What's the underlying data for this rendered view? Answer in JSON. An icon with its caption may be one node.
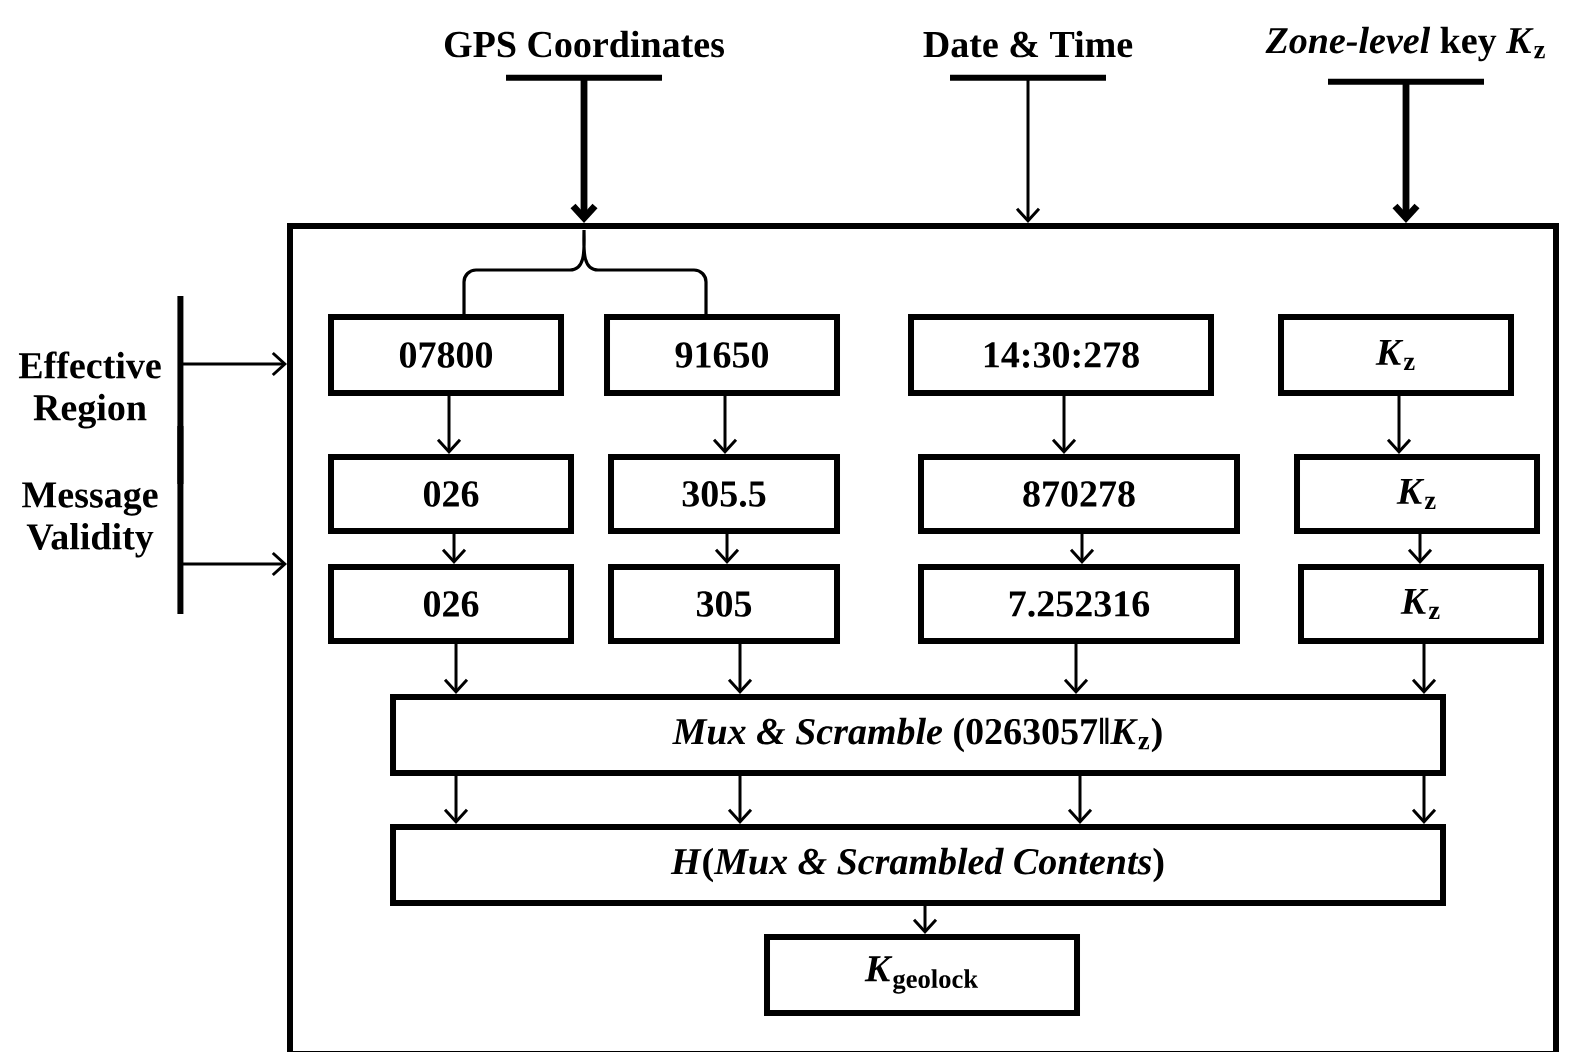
{
  "diagram": {
    "nodes": [
      {
        "text": [
          "GPS Coordinates"
        ]
      },
      {
        "text": [
          "Date & Time"
        ]
      },
      {
        "text": [
          "*Zone-level* key *K*$_{z}$"
        ]
      },
      {
        "text": [
          "Effective Region"
        ]
      },
      {
        "text": [
          "Message Validity"
        ]
      },
      {
        "text": [],
        "shape": "box"
      },
      {
        "text": [
          "07800"
        ],
        "in": 5
      },
      {
        "text": [
          "91650"
        ],
        "in": 5
      },
      {
        "text": [
          "14:30:278"
        ],
        "in": 5
      },
      {
        "text": [
          "*K*$_{z}$"
        ],
        "in": 5
      },
      {
        "text": [
          "026"
        ],
        "in": 5
      },
      {
        "text": [
          "305.5"
        ],
        "in": 5
      },
      {
        "text": [
          "870278"
        ],
        "in": 5
      },
      {
        "text": [
          "*K*$_{z}$"
        ],
        "in": 5
      },
      {
        "text": [
          "026"
        ],
        "in": 5
      },
      {
        "text": [
          "305"
        ],
        "in": 5
      },
      {
        "text": [
          "7.252316"
        ],
        "in": 5
      },
      {
        "text": [
          "*K*$_{z}$"
        ],
        "in": 5
      },
      {
        "text": [
          "*Mux & Scramble* (0263057‖*K*$_{z}$)"
        ],
        "in": 5
      },
      {
        "text": [
          "*H*(*Mux & Scrambled Contents*)"
        ],
        "in": 5
      },
      {
        "text": [
          "*K*$_{geolock}$"
        ],
        "in": 5
      }
    ],
    "edges": [
      {
        "from": 0,
        "to": 5,
        "arrow": "to",
        "style": "thick"
      },
      {
        "from": 1,
        "to": 5,
        "arrow": "to"
      },
      {
        "from": 2,
        "to": 5,
        "arrow": "to",
        "style": "thick"
      },
      {
        "from": 3,
        "to": 5,
        "arrow": "to"
      },
      {
        "from": 4,
        "to": 5,
        "arrow": "to"
      },
      {
        "from": 6,
        "to": 10,
        "arrow": "to"
      },
      {
        "from": 10,
        "to": 14,
        "arrow": "to"
      },
      {
        "from": 7,
        "to": 11,
        "arrow": "to"
      },
      {
        "from": 11,
        "to": 15,
        "arrow": "to"
      },
      {
        "from": 8,
        "to": 12,
        "arrow": "to"
      },
      {
        "from": 12,
        "to": 16,
        "arrow": "to"
      },
      {
        "from": 9,
        "to": 13,
        "arrow": "to"
      },
      {
        "from": 13,
        "to": 17,
        "arrow": "to"
      },
      {
        "from": 14,
        "to": 18,
        "arrow": "to"
      },
      {
        "from": 15,
        "to": 18,
        "arrow": "to"
      },
      {
        "from": 16,
        "to": 18,
        "arrow": "to"
      },
      {
        "from": 17,
        "to": 18,
        "arrow": "to"
      },
      {
        "from": 18,
        "to": 19,
        "arrow": "to"
      },
      {
        "from": 18,
        "to": 19,
        "arrow": "to"
      },
      {
        "from": 18,
        "to": 19,
        "arrow": "to"
      },
      {
        "from": 18,
        "to": 19,
        "arrow": "to"
      },
      {
        "from": 19,
        "to": 20,
        "arrow": "to"
      }
    ]
  }
}
